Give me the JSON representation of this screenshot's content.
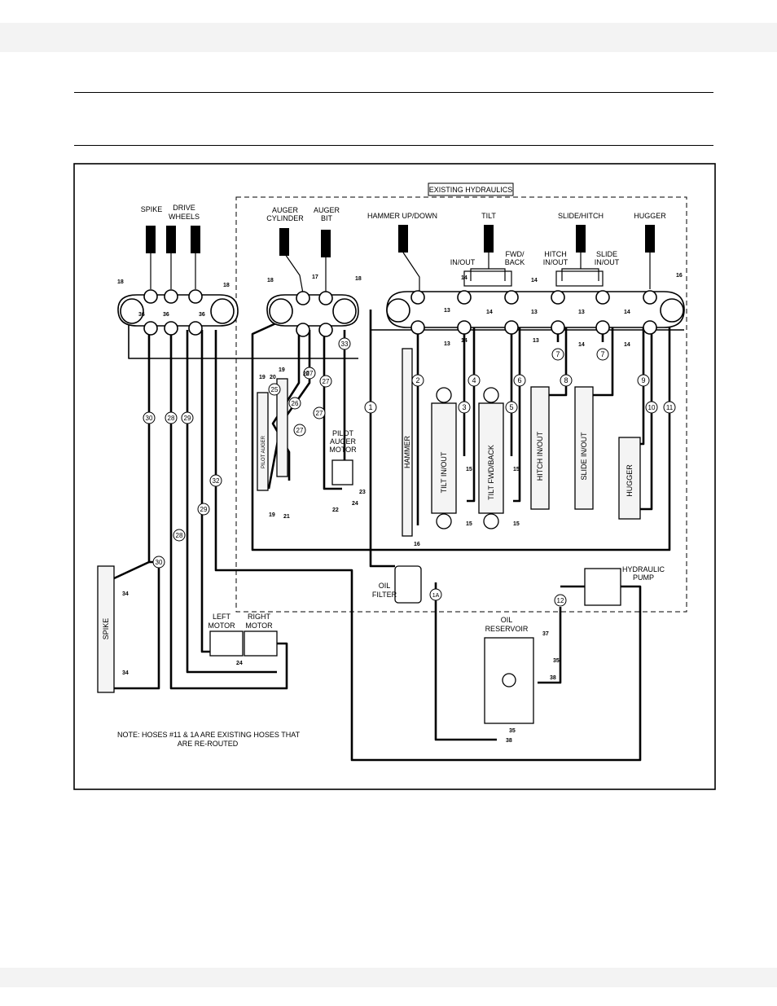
{
  "colors": {
    "band": "#f3f3f3",
    "ink": "#000000",
    "page": "#ffffff",
    "fill_light": "#f4f4f4"
  },
  "labels": {
    "existing": "EXISTING HYDRAULICS",
    "spike": "SPIKE",
    "drive1": "DRIVE",
    "drive2": "WHEELS",
    "auger_cyl1": "AUGER",
    "auger_cyl2": "CYLINDER",
    "auger_bit1": "AUGER",
    "auger_bit2": "BIT",
    "hammer_ud": "HAMMER UP/DOWN",
    "tilt": "TILT",
    "slide_hitch": "SLIDE/HITCH",
    "hugger": "HUGGER",
    "in_out": "IN/OUT",
    "fwd1": "FWD/",
    "fwd2": "BACK",
    "hitch1": "HITCH",
    "hitch2": "IN/OUT",
    "slide1": "SLIDE",
    "slide2": "IN/OUT",
    "pilot1": "PILOT",
    "pilot2": "AUGER",
    "pilot3": "MOTOR",
    "oil_filter1": "OIL",
    "oil_filter2": "FILTER",
    "hyd_pump1": "HYDRAULIC",
    "hyd_pump2": "PUMP",
    "oil_res1": "OIL",
    "oil_res2": "RESERVOIR",
    "left_motor1": "LEFT",
    "left_motor2": "MOTOR",
    "right_motor1": "RIGHT",
    "right_motor2": "MOTOR",
    "note1": "NOTE:  HOSES #11 & 1A ARE EXISTING HOSES THAT",
    "note2": "ARE RE-ROUTED",
    "cyl_pilot_auger": "PILOT AUGER",
    "cyl_hammer": "HAMMER",
    "cyl_tilt_inout": "TILT IN/OUT",
    "cyl_tilt_fwd": "TILT FWD/BACK",
    "cyl_hitch": "HITCH IN/OUT",
    "cyl_slide": "SLIDE IN/OUT",
    "cyl_hugger": "HUGGER",
    "cyl_spike": "SPIKE"
  },
  "hoses": {
    "h1": "1",
    "h1a": "1A",
    "h2": "2",
    "h3": "3",
    "h4": "4",
    "h5": "5",
    "h6": "6",
    "h7a": "7",
    "h7b": "7",
    "h8": "8",
    "h9": "9",
    "h10": "10",
    "h11": "11",
    "h12": "12",
    "h25": "25",
    "h26": "26",
    "h27a": "27",
    "h27b": "27",
    "h27c": "27",
    "h28a": "28",
    "h28b": "28",
    "h29a": "29",
    "h29b": "29",
    "h30a": "30",
    "h30b": "30",
    "h32": "32",
    "h33": "33"
  },
  "parts": {
    "p13a": "13",
    "p13b": "13",
    "p13c": "13",
    "p13d": "13",
    "p13e": "13",
    "p14a": "14",
    "p14b": "14",
    "p14c": "14",
    "p14d": "14",
    "p14e": "14",
    "p14f": "14",
    "p14g": "14",
    "p15a": "15",
    "p15b": "15",
    "p15c": "15",
    "p15d": "15",
    "p16a": "16",
    "p16b": "16",
    "p17": "17",
    "p18a": "18",
    "p18b": "18",
    "p18c": "18",
    "p18d": "18",
    "p19a": "19",
    "p19b": "19",
    "p19c": "19",
    "p20a": "20",
    "p20b": "20",
    "p21": "21",
    "p22": "22",
    "p23": "23",
    "p24a": "24",
    "p24b": "24",
    "p34a": "34",
    "p34b": "34",
    "p35a": "35",
    "p35b": "35",
    "p36a": "36",
    "p36b": "36",
    "p36c": "36",
    "p37": "37",
    "p38a": "38",
    "p38b": "38"
  }
}
